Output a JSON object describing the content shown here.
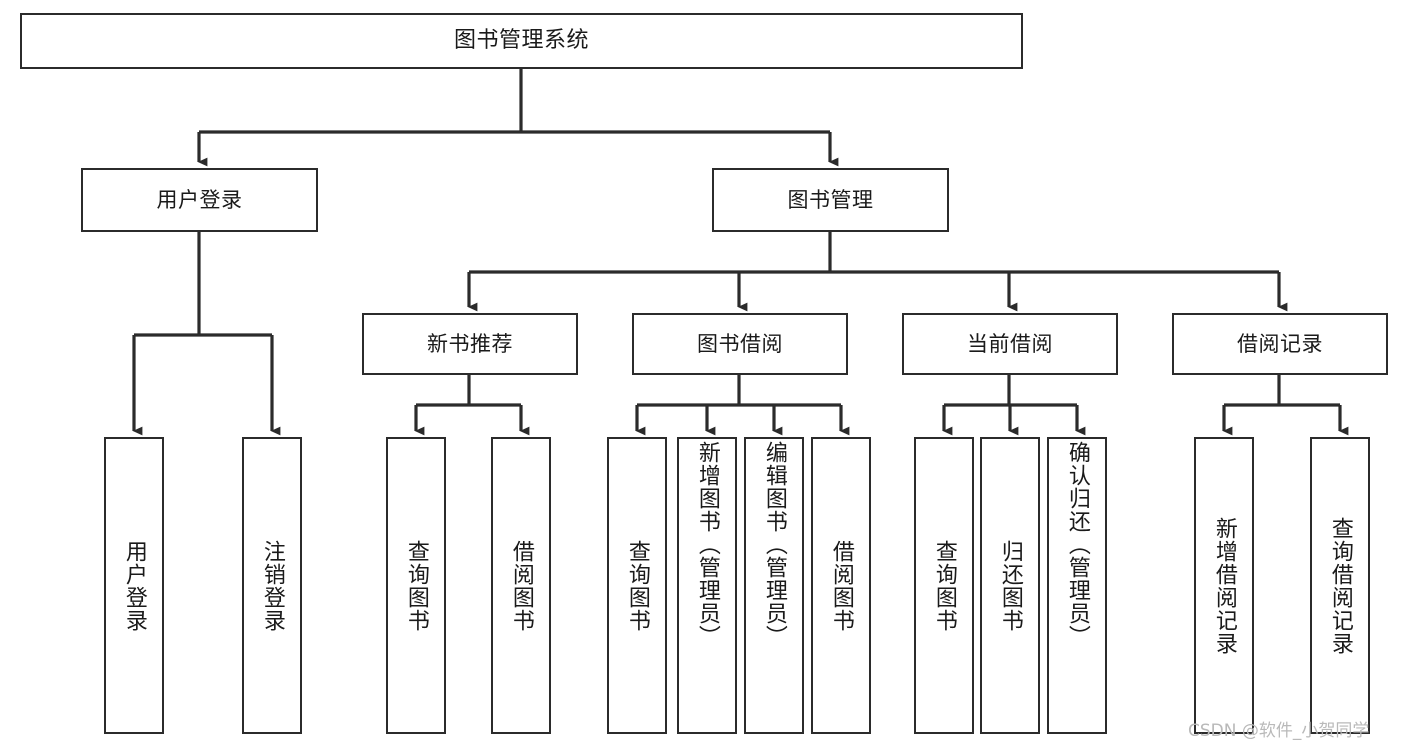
{
  "diagram": {
    "type": "tree-hierarchy",
    "title": "图书管理系统",
    "root": {
      "id": "root",
      "label": "图书管理系统",
      "orientation": "horizontal"
    },
    "level1": [
      {
        "id": "user-login",
        "label": "用户登录",
        "orientation": "horizontal"
      },
      {
        "id": "book-management",
        "label": "图书管理",
        "orientation": "horizontal"
      }
    ],
    "level2": [
      {
        "id": "new-book-recommend",
        "label": "新书推荐",
        "orientation": "horizontal",
        "parent": "book-management"
      },
      {
        "id": "book-borrow",
        "label": "图书借阅",
        "orientation": "horizontal",
        "parent": "book-management"
      },
      {
        "id": "current-borrow",
        "label": "当前借阅",
        "orientation": "horizontal",
        "parent": "book-management"
      },
      {
        "id": "borrow-record",
        "label": "借阅记录",
        "orientation": "horizontal",
        "parent": "book-management"
      }
    ],
    "leaves": [
      {
        "id": "leaf-user-login",
        "label": "用户登录",
        "parent": "user-login",
        "orientation": "vertical"
      },
      {
        "id": "leaf-logout",
        "label": "注销登录",
        "parent": "user-login",
        "orientation": "vertical"
      },
      {
        "id": "leaf-query-book-recommend",
        "label": "查询图书",
        "parent": "new-book-recommend",
        "orientation": "vertical"
      },
      {
        "id": "leaf-borrow-book-recommend",
        "label": "借阅图书",
        "parent": "new-book-recommend",
        "orientation": "vertical"
      },
      {
        "id": "leaf-query-book-borrow",
        "label": "查询图书",
        "parent": "book-borrow",
        "orientation": "vertical"
      },
      {
        "id": "leaf-add-book",
        "label": "新增图书（管理员）",
        "parent": "book-borrow",
        "orientation": "vertical"
      },
      {
        "id": "leaf-edit-book",
        "label": "编辑图书（管理员）",
        "parent": "book-borrow",
        "orientation": "vertical"
      },
      {
        "id": "leaf-borrow-book",
        "label": "借阅图书",
        "parent": "book-borrow",
        "orientation": "vertical"
      },
      {
        "id": "leaf-query-book-current",
        "label": "查询图书",
        "parent": "current-borrow",
        "orientation": "vertical"
      },
      {
        "id": "leaf-return-book",
        "label": "归还图书",
        "parent": "current-borrow",
        "orientation": "vertical"
      },
      {
        "id": "leaf-confirm-return",
        "label": "确认归还（管理员）",
        "parent": "current-borrow",
        "orientation": "vertical"
      },
      {
        "id": "leaf-add-record",
        "label": "新增借阅记录",
        "parent": "borrow-record",
        "orientation": "vertical"
      },
      {
        "id": "leaf-query-record",
        "label": "查询借阅记录",
        "parent": "borrow-record",
        "orientation": "vertical"
      }
    ]
  },
  "watermark": {
    "text": "CSDN @软件_小贺同学"
  },
  "colors": {
    "border": "#2b2b2b",
    "background": "#ffffff",
    "text": "#1a1a1a",
    "edge": "#2b2b2b",
    "watermark": "#b9b9b9"
  }
}
